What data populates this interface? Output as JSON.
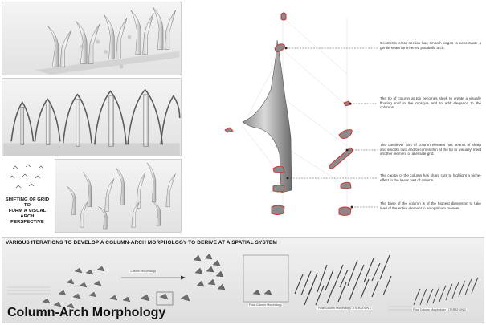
{
  "left_panels": {
    "grid_caption_lines": [
      "SHIFTING OF GRID TO",
      "FORM A VISUAL ARCH",
      "PERSPECTIVE"
    ]
  },
  "annotations": [
    "Geometric cross-section has smooth edges to accentuate a gentle seam for inverted parabolic arch.",
    "The tip of column at top becomes sleek to create a visually floating roof in the mosque and to add elegance to the columns.",
    "The cantilever part of column element has seams of sharp and smooth cuts and becomes thin at the tip to 'visually' meet another element of alternate grid.",
    "The capital of the column has sharp cuts to highlight a niche-effect in the lower part of column.",
    "The base of the column is of the highest dimension to take load of the entire element in an optimum manner."
  ],
  "bottom": {
    "heading": "VARIOUS ITERATIONS TO DEVELOP A COLUMN-ARCH MORPHOLOGY TO DERIVE AT A SPATIAL SYSTEM",
    "title": "Column-Arch Morphology",
    "labels": {
      "arrow_label": "Column Morphology",
      "final_1": "Final Column Morphology",
      "final_2": "Final Column Morphology - ITERATION 1",
      "final_3": "Final Column Morphology - ITERATION 2"
    }
  },
  "colors": {
    "section_fill": "#8a8a8a",
    "section_outline": "#d22b2b",
    "leader": "#444444"
  }
}
